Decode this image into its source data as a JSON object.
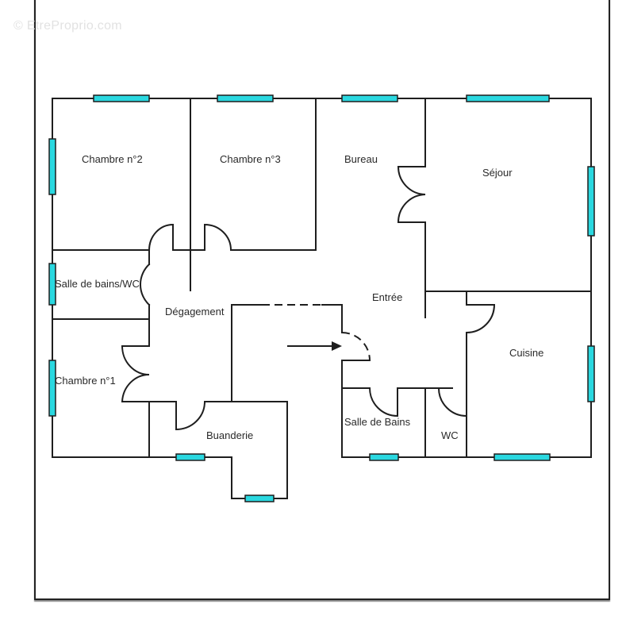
{
  "watermark": "© EtreProprio.com",
  "plan": {
    "rooms": [
      {
        "id": "chambre2",
        "label": "Chambre n°2"
      },
      {
        "id": "chambre3",
        "label": "Chambre n°3"
      },
      {
        "id": "bureau",
        "label": "Bureau"
      },
      {
        "id": "sejour",
        "label": "Séjour"
      },
      {
        "id": "sdb_wc",
        "label": "Salle de bains/WC"
      },
      {
        "id": "degagement",
        "label": "Dégagement"
      },
      {
        "id": "entree",
        "label": "Entrée"
      },
      {
        "id": "cuisine",
        "label": "Cuisine"
      },
      {
        "id": "chambre1",
        "label": "Chambre n°1"
      },
      {
        "id": "buanderie",
        "label": "Buanderie"
      },
      {
        "id": "sdb",
        "label": "Salle de Bains"
      },
      {
        "id": "wc",
        "label": "WC"
      }
    ],
    "colors": {
      "wall": "#1e1e1e",
      "window": "#2ad8e0"
    }
  }
}
